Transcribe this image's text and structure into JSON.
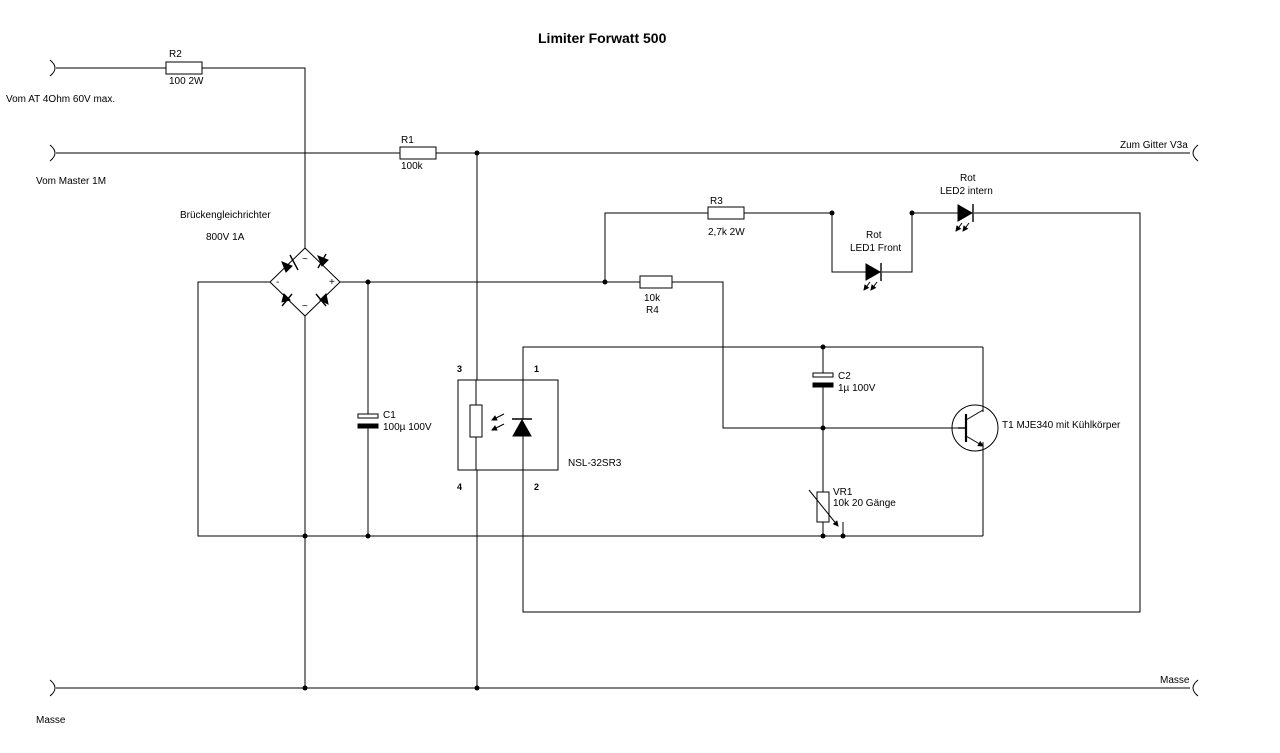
{
  "title": "Limiter Forwatt 500",
  "labels": {
    "in_at": "Vom AT 4Ohm 60V max.",
    "in_master": "Vom Master 1M",
    "out_gitter": "Zum Gitter V3a",
    "masse_left": "Masse",
    "masse_right": "Masse",
    "r2_name": "R2",
    "r2_value": "100 2W",
    "r1_name": "R1",
    "r1_value": "100k",
    "r3_name": "R3",
    "r3_value": "2,7k 2W",
    "r4_value": "10k",
    "r4_name": "R4",
    "bridge_name": "Brückengleichrichter",
    "bridge_value": "800V 1A",
    "bridge_minus": "-",
    "bridge_plus": "+",
    "bridge_ac_top": "~",
    "bridge_ac_bottom": "~",
    "c1_name": "C1",
    "c1_value": "100µ 100V",
    "c2_name": "C2",
    "c2_value": "1µ 100V",
    "led1_color": "Rot",
    "led1_name": "LED1 Front",
    "led2_color": "Rot",
    "led2_name": "LED2 intern",
    "opto_name": "NSL-32SR3",
    "opto_pin1": "1",
    "opto_pin2": "2",
    "opto_pin3": "3",
    "opto_pin4": "4",
    "t1_label": "T1 MJE340 mit Kühlkörper",
    "vr1_name": "VR1",
    "vr1_value": "10k 20 Gänge"
  }
}
